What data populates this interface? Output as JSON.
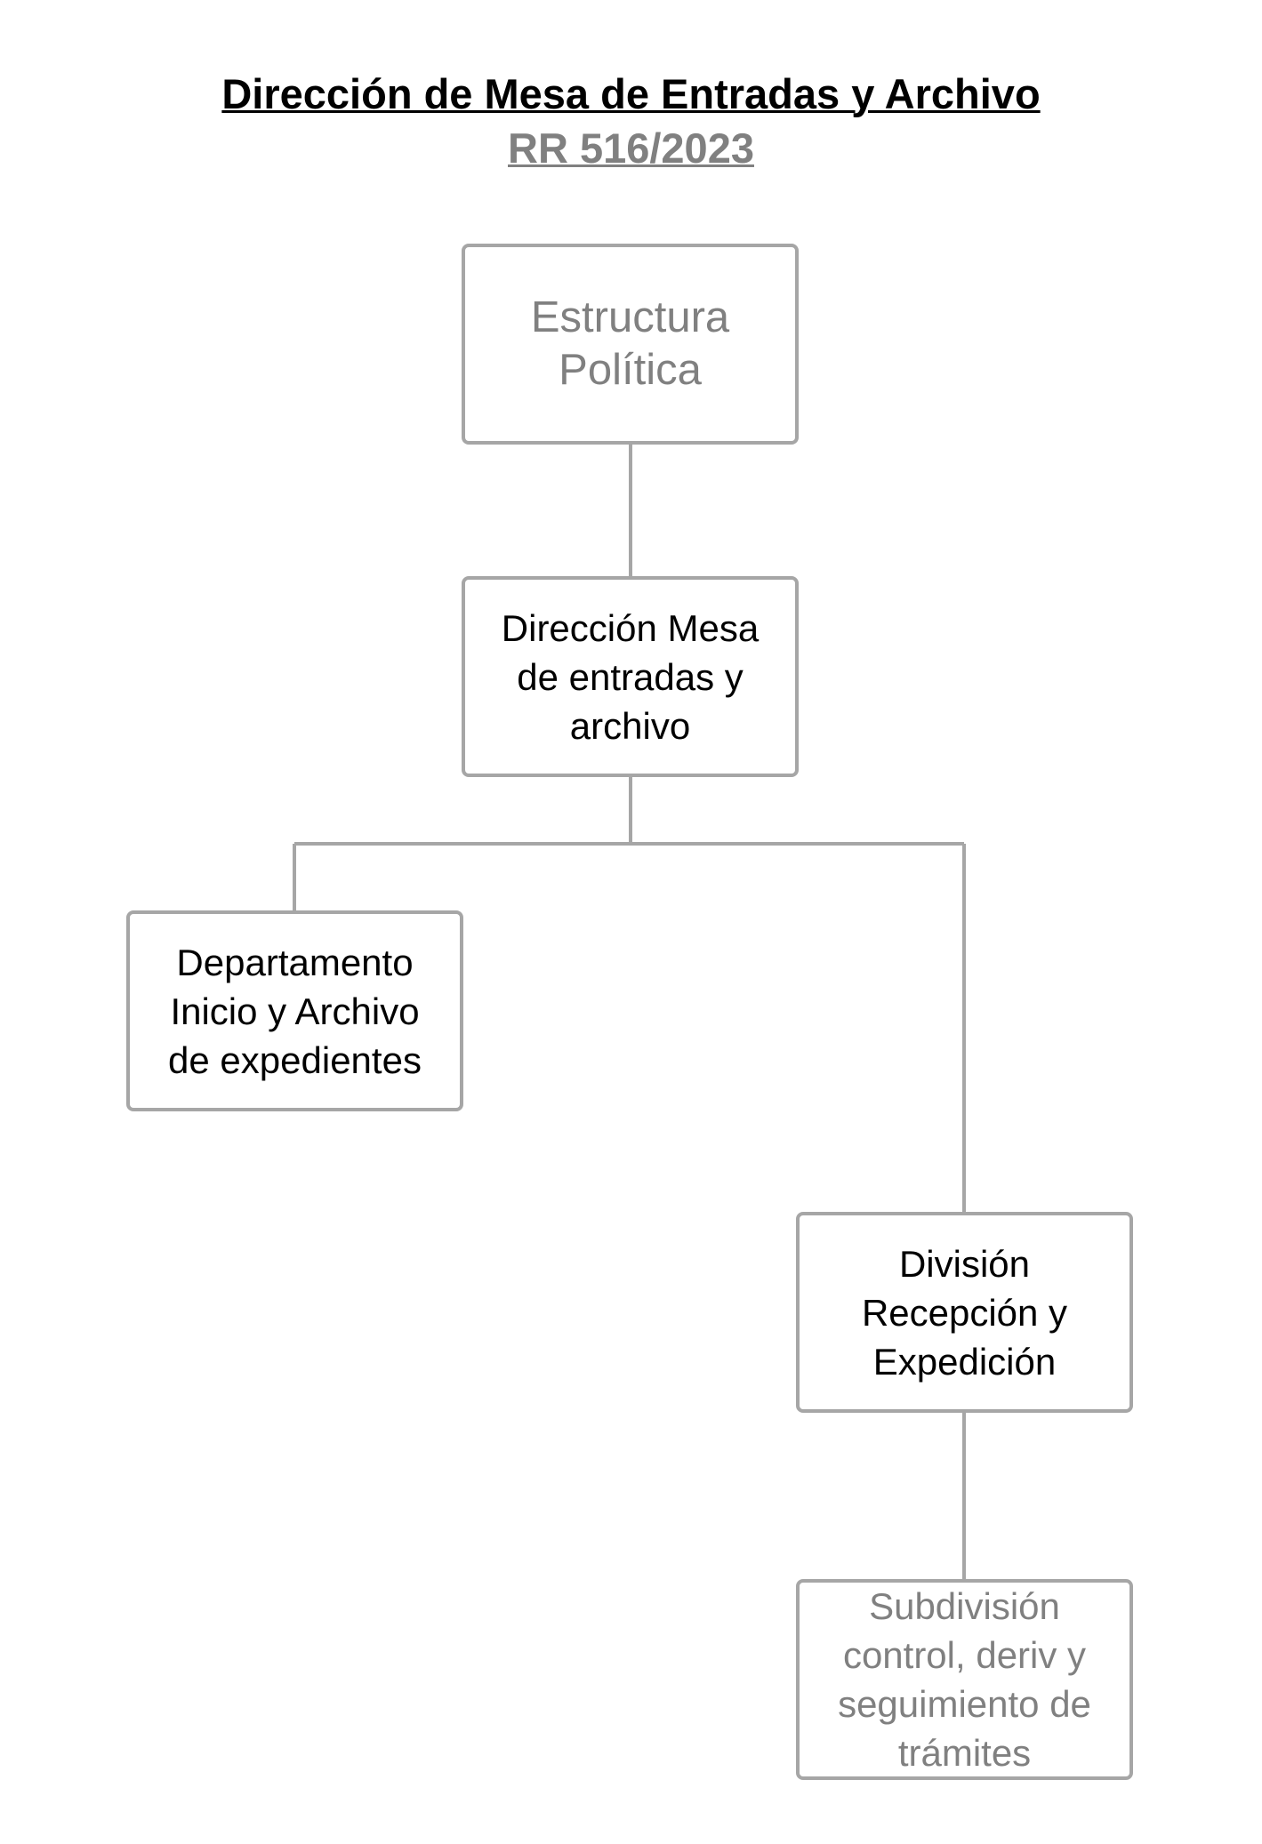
{
  "header": {
    "title": "Dirección de Mesa de Entradas y Archivo",
    "subtitle": "RR 516/2023"
  },
  "colors": {
    "border": "#a6a6a6",
    "text_dark": "#000000",
    "text_grey": "#808080"
  },
  "nodes": {
    "estructura_politica": "Estructura\nPolítica",
    "direccion_mesa": "Dirección Mesa\nde entradas y\narchivo",
    "departamento_inicio": "Departamento\nInicio y Archivo\nde expedientes",
    "division_recepcion": "División\nRecepción y\nExpedición",
    "subdivision_control": "Subdivisión\ncontrol, deriv y\nseguimiento de\ntrámites"
  }
}
